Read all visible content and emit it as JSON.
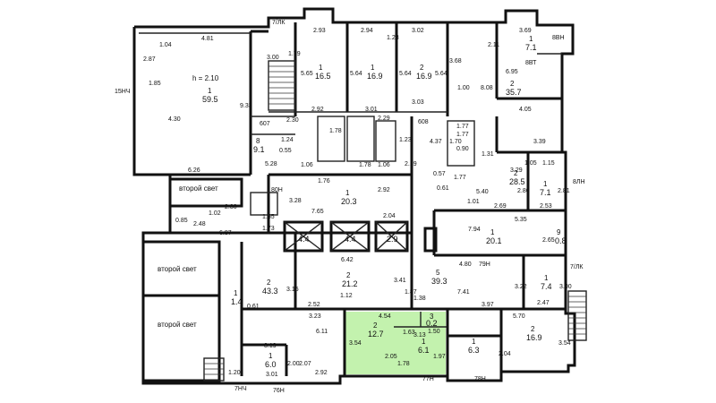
{
  "plan": {
    "highlight_color": "#b8f0a0",
    "wall_color": "#111111",
    "axis_labels": {
      "a_7lk_top": "7/ЛК",
      "a_8bn": "8ВН",
      "a_15nch": "15НЧ",
      "a_8bt": "8ВТ",
      "a_8ln": "8ЛН",
      "a_7lk_right": "7/ЛК",
      "a_79n": "79Н",
      "a_7nch": "7НЧ",
      "a_76n": "76Н",
      "a_77n": "77Н",
      "a_78n": "78Н",
      "a_80n": "80Н"
    },
    "rooms": {
      "big_hall_h": "h = 2.10",
      "big_hall_no": "1",
      "big_hall_area": "59.5",
      "r_top1_no": "1",
      "r_top1_area": "16.5",
      "r_top2_no": "1",
      "r_top2_area": "16.9",
      "r_top3_no": "2",
      "r_top3_area": "16.9",
      "r_top4_no": "1",
      "r_top4_area": "7.1",
      "r_right1_no": "2",
      "r_right1_area": "35.7",
      "r_right2_no": "2",
      "r_right2_area": "28.5",
      "r_right3_no": "1",
      "r_right3_area": "7.1",
      "r_right4_no": "1",
      "r_right4_area": "20.1",
      "r_right5_no": "9",
      "r_right5_area": "0.8",
      "r_right6_no": "1",
      "r_right6_area": "7.4",
      "r_mid1_no": "1",
      "r_mid1_area": "20.3",
      "r_mid2_no": "2",
      "r_mid2_area": "21.2",
      "r_mid3_no": "5",
      "r_mid3_area": "39.3",
      "r_left1_no": "2",
      "r_left1_area": "43.3",
      "r_left2_no": "1",
      "r_left2_area": "6.0",
      "r_left3_no": "8",
      "r_left3_area": "9.1",
      "r_small1_no": "1",
      "r_small1_area": "1.4",
      "r_green_no": "2",
      "r_green_area": "12.7",
      "r_green2_no": "1",
      "r_green2_area": "6.1",
      "r_green3_no": "3",
      "r_green3_area": "0.2",
      "r_br1_no": "1",
      "r_br1_area": "6.3",
      "r_br2_no": "2",
      "r_br2_area": "16.9",
      "r_lift1": "4.4",
      "r_lift2": "4.4",
      "r_lift3": "2.9",
      "second_light_1": "второй свет",
      "second_light_2": "второй свет",
      "second_light_3": "второй свет"
    },
    "dims": {
      "d481": "4.81",
      "d293": "2.93",
      "d294": "2.94",
      "d302": "3.02",
      "d369": "3.69",
      "d300": "3.00",
      "d179": "1.79",
      "d104": "1.04",
      "d287": "2.87",
      "d185": "1.85",
      "d430": "4.30",
      "d933": "9.33",
      "d565a": "5.65",
      "d564a": "5.64",
      "d564b": "5.64",
      "d564c": "5.64",
      "d368": "3.68",
      "d211": "2.11",
      "d695": "6.95",
      "d808": "8.08",
      "d292": "2.92",
      "d301": "3.01",
      "d303": "3.03",
      "d405": "4.05",
      "d230": "2.30",
      "d229": "2.29",
      "d177": "1.77",
      "d339": "3.39",
      "d626": "6.26",
      "d176": "1.76",
      "d292b": "2.92",
      "d540": "5.40",
      "d765": "7.65",
      "d204": "2.04",
      "d535": "5.35",
      "d794": "7.94",
      "d642": "6.42",
      "d480": "4.80",
      "d687": "6.87",
      "d252": "2.52",
      "d741": "7.41",
      "d397": "3.97",
      "d323": "3.23",
      "d454": "4.54",
      "d570": "5.70",
      "d611": "6.11",
      "d292c": "2.92",
      "d301b": "3.01",
      "d120": "1.20",
      "d354a": "3.54",
      "d354b": "3.54",
      "d315": "3.15",
      "d341": "3.41",
      "d187": "1.87",
      "d138": "1.38",
      "d112": "1.12",
      "d247": "2.47",
      "d322": "3.22",
      "d300b": "3.00",
      "d269": "2.69",
      "d253": "2.53",
      "d265": "2.65",
      "d248": "2.48",
      "d085": "0.85",
      "d102": "1.02",
      "d230b": "2.30",
      "d155": "1.55",
      "d173": "1.73",
      "d328": "3.28",
      "d219": "2.19",
      "d437": "4.37",
      "d277": "1.77",
      "d204b": "2.04",
      "d163": "1.63",
      "d313": "3.13",
      "d197": "1.97",
      "d205": "2.05",
      "d150": "1.50",
      "d178": "1.78",
      "d207": "2.07",
      "d200": "2.00",
      "d319": "3.19",
      "d061": "0.61",
      "d607": "607",
      "d608": "608",
      "d124": "1.24",
      "d055": "0.55",
      "d528": "5.28",
      "d105": "1.05",
      "d115": "1.15",
      "d101": "1.01",
      "d329": "3.29",
      "d280": "2.80",
      "d281": "2.81",
      "d131": "1.31",
      "d061b": "0.61",
      "d057": "0.57",
      "d100": "1.00",
      "d128": "1.28",
      "d106a": "1.06",
      "d106b": "1.06",
      "d178b": "1.78",
      "d178c": "1.78",
      "d123": "1.23",
      "d177b": "1.77",
      "d170": "1.70",
      "d090": "0.90"
    }
  }
}
